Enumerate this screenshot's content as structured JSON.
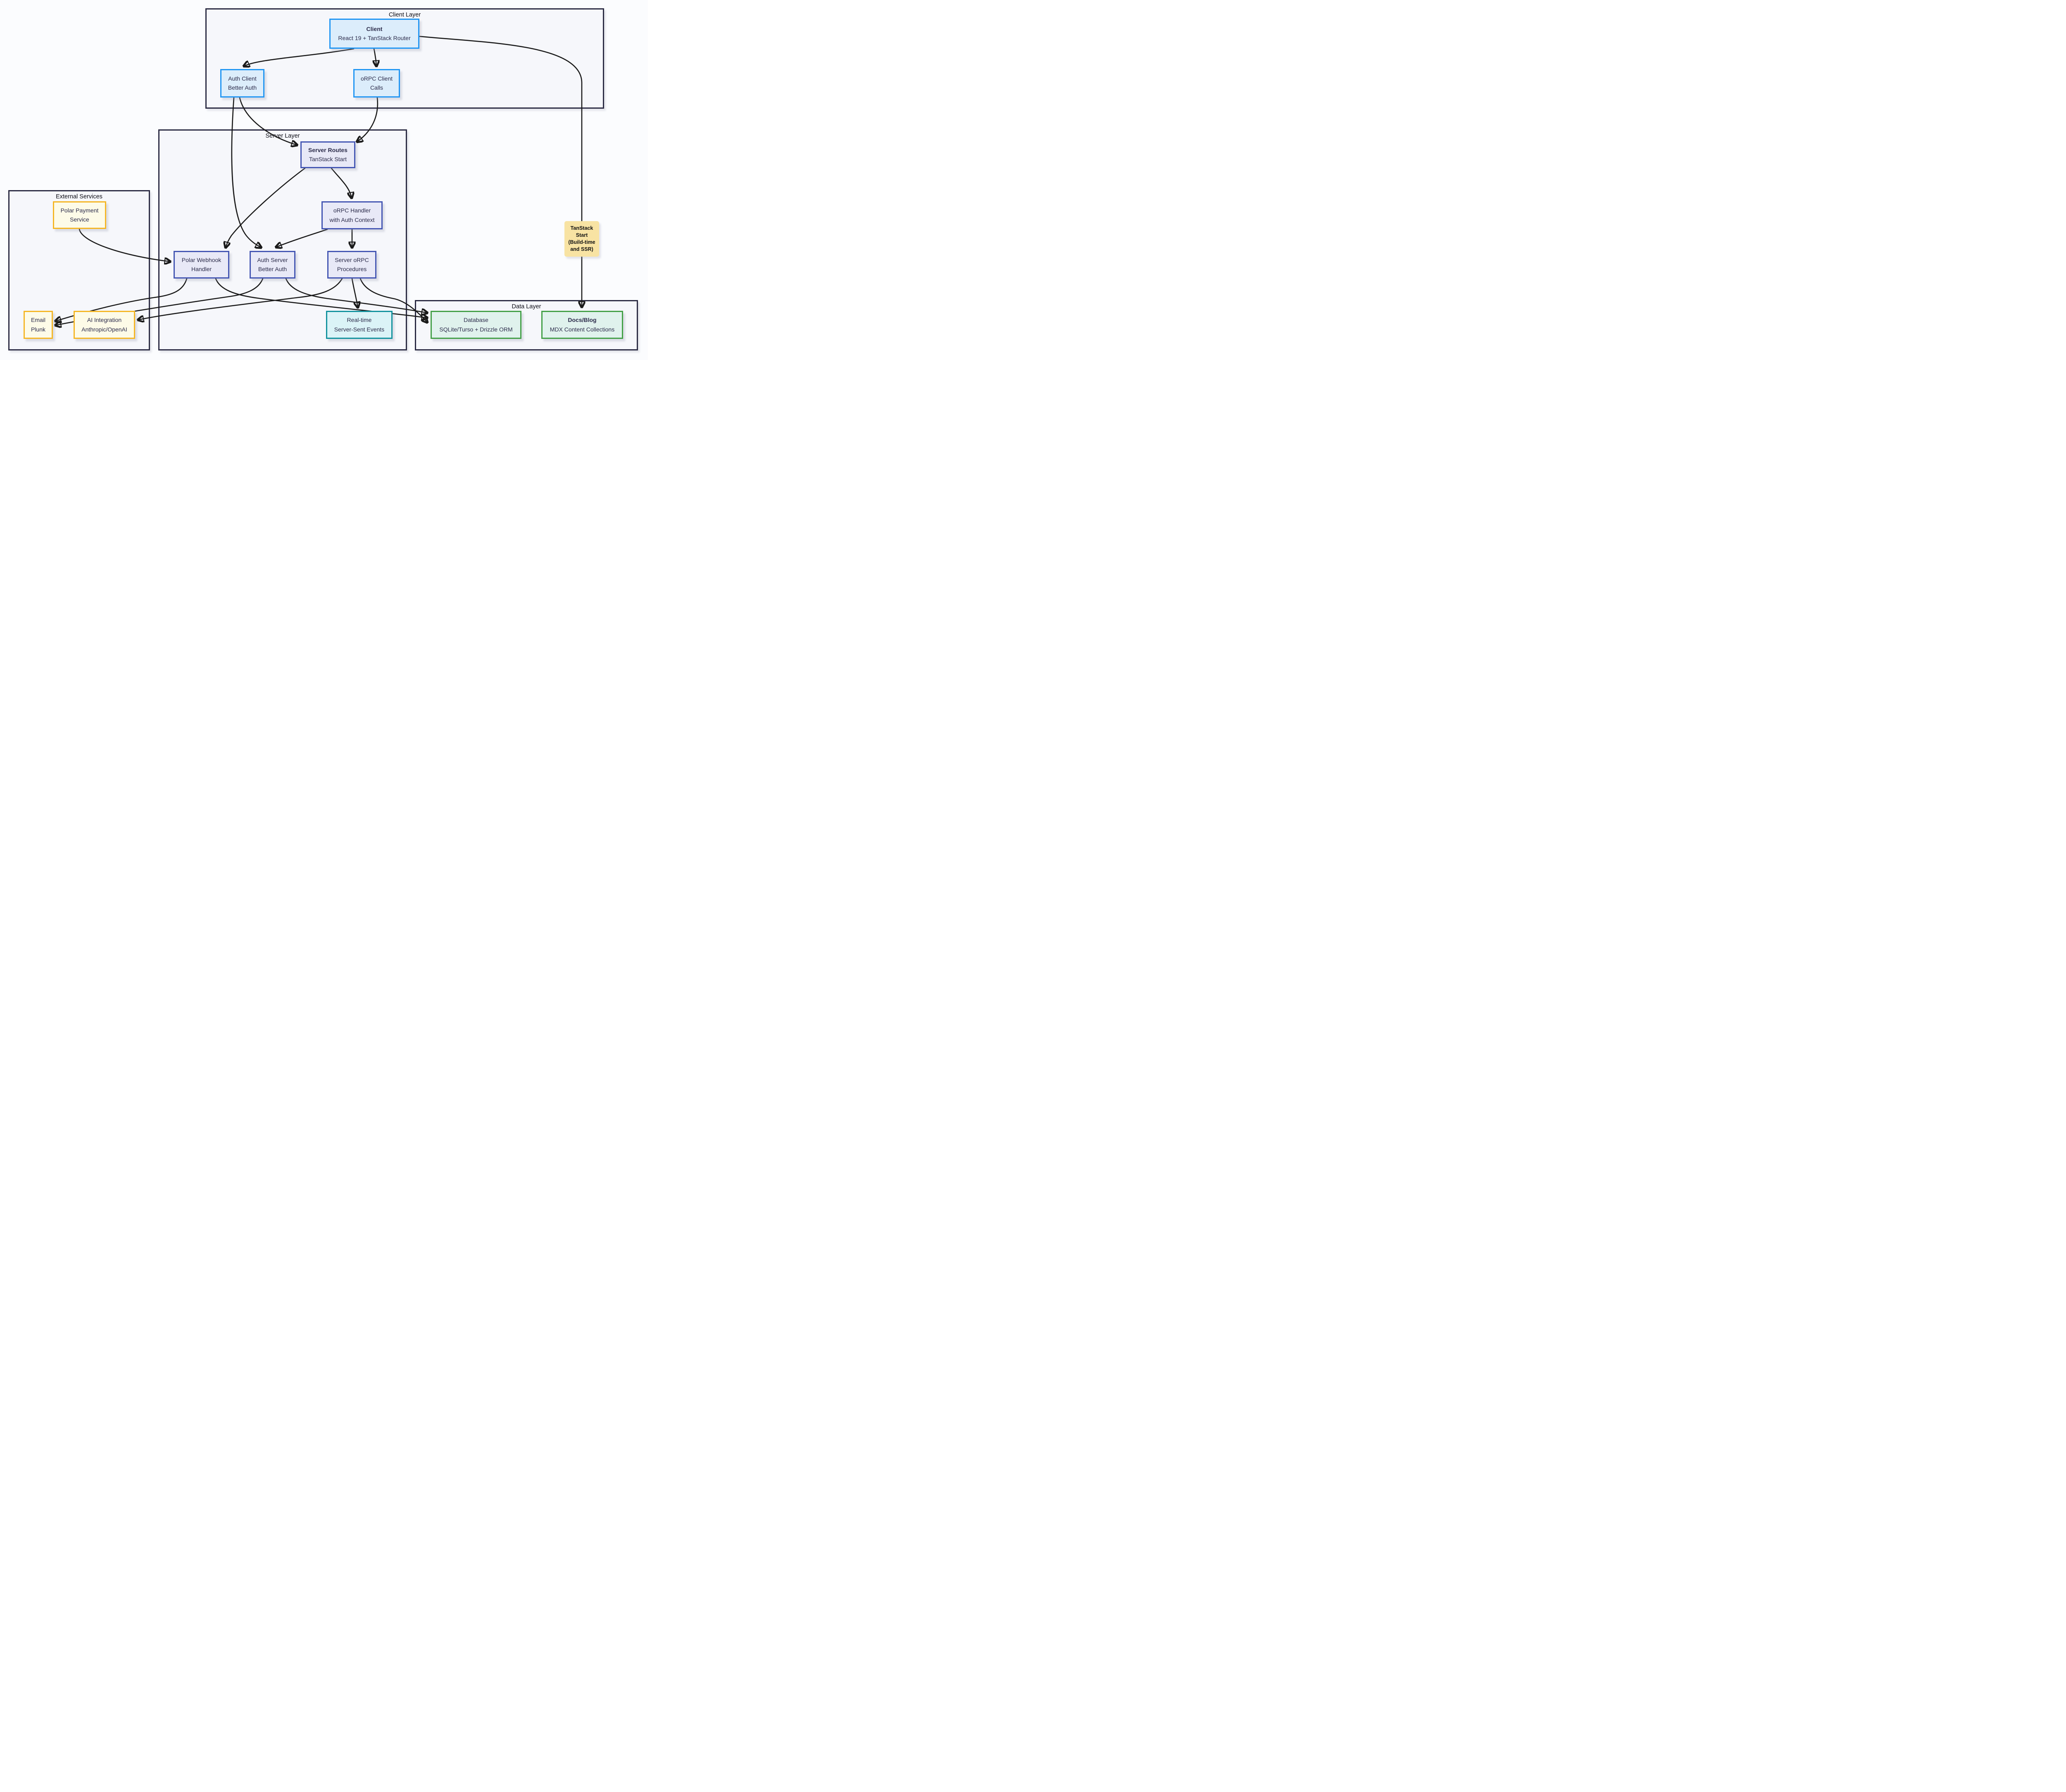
{
  "diagram": {
    "groups": {
      "client_layer": {
        "label": "Client Layer"
      },
      "server_layer": {
        "label": "Server Layer"
      },
      "external_services": {
        "label": "External Services"
      },
      "data_layer": {
        "label": "Data Layer"
      }
    },
    "nodes": {
      "client": {
        "title": "Client",
        "subtitle": "React 19 + TanStack Router"
      },
      "auth_client": {
        "title": "Auth Client",
        "subtitle": "Better Auth"
      },
      "orpc_client": {
        "title": "oRPC Client",
        "subtitle": "Calls"
      },
      "server_routes": {
        "title": "Server Routes",
        "subtitle": "TanStack Start"
      },
      "orpc_handler": {
        "title": "oRPC Handler",
        "subtitle": "with Auth Context"
      },
      "polar_webhook": {
        "title": "Polar Webhook",
        "subtitle": "Handler"
      },
      "auth_server": {
        "title": "Auth Server",
        "subtitle": "Better Auth"
      },
      "server_orpc": {
        "title": "Server oRPC",
        "subtitle": "Procedures"
      },
      "realtime": {
        "title": "Real-time",
        "subtitle": "Server-Sent Events"
      },
      "polar_payment": {
        "title": "Polar Payment",
        "subtitle": "Service"
      },
      "email": {
        "title": "Email",
        "subtitle": "Plunk"
      },
      "ai_integration": {
        "title": "AI Integration",
        "subtitle": "Anthropic/OpenAI"
      },
      "database": {
        "title": "Database",
        "subtitle": "SQLite/Turso + Drizzle ORM"
      },
      "docs_blog": {
        "title": "Docs/Blog",
        "subtitle": "MDX Content Collections"
      }
    },
    "edge_labels": {
      "tanstack_start": {
        "lines": [
          "TanStack",
          "Start",
          "(Build-time",
          "and SSR)"
        ]
      }
    },
    "colors": {
      "canvas_bg": "#fbfcfe",
      "group_bg": "#f6f7fb",
      "group_border": "#2c2c44",
      "edge": "#1a1a1a",
      "text": "#2b2b4a",
      "blue_fill": "#dcedfb",
      "blue_border": "#2196f3",
      "lavender_fill": "#e8e9f7",
      "lavender_border": "#4456b3",
      "yellow_fill": "#fdfbe8",
      "yellow_border": "#f5b625",
      "teal_fill": "#dbf3f7",
      "teal_border": "#12929e",
      "green_fill": "#e0f2ed",
      "green_border": "#43a047",
      "label_bg": "#f8e3a3"
    }
  }
}
